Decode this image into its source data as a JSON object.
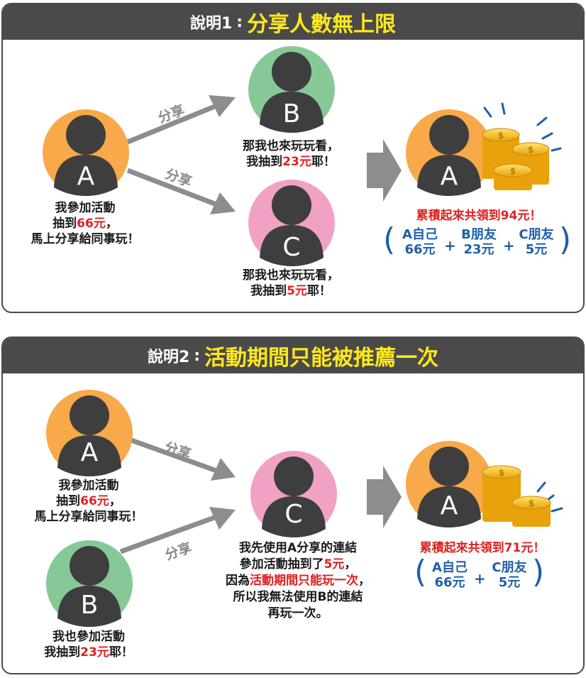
{
  "colors": {
    "orange": "#f8a94a",
    "green": "#86c997",
    "pink": "#f1a1c4",
    "dark": "#3e3e3e",
    "header": "#4a4a4a",
    "yellow": "#ffe81a",
    "red": "#e02020",
    "blue": "#1f5fa8",
    "arrow": "#8d8d8d"
  },
  "section1": {
    "label_prefix": "說明1",
    "label_sep": ":",
    "title": "分享人數無上限",
    "avatar_a": "A",
    "avatar_b": "B",
    "avatar_c": "C",
    "avatar_result": "A",
    "share_label_1": "分享",
    "share_label_2": "分享",
    "a_caption": {
      "line1": "我參加活動",
      "line2_pre": "抽到",
      "line2_amount": "66元",
      "line2_post": "，",
      "line3": "馬上分享給同事玩！"
    },
    "b_caption": {
      "line1": "那我也來玩玩看，",
      "line2_pre": "我抽到",
      "line2_amount": "23元",
      "line2_post": "耶！"
    },
    "c_caption": {
      "line1": "那我也來玩玩看，",
      "line2_pre": "我抽到",
      "line2_amount": "5元",
      "line2_post": "耶！"
    },
    "total": "累積起來共領到94元！",
    "breakdown": [
      {
        "line1": "A自己",
        "line2": "66元"
      },
      {
        "line1": "B朋友",
        "line2": "23元"
      },
      {
        "line1": "C朋友",
        "line2": "5元"
      }
    ],
    "plus": "+",
    "paren_open": "(",
    "paren_close": ")"
  },
  "section2": {
    "label_prefix": "說明2",
    "label_sep": ":",
    "title": "活動期間只能被推薦一次",
    "avatar_a": "A",
    "avatar_b": "B",
    "avatar_c": "C",
    "avatar_result": "A",
    "share_label_1": "分享",
    "share_label_2": "分享",
    "a_caption": {
      "line1": "我參加活動",
      "line2_pre": "抽到",
      "line2_amount": "66元",
      "line2_post": "，",
      "line3": "馬上分享給同事玩！"
    },
    "b_caption": {
      "line1": "我也參加活動",
      "line2_pre": "我抽到",
      "line2_amount": "23元",
      "line2_post": "耶！"
    },
    "c_caption": {
      "line1": "我先使用A分享的連結",
      "line2_pre": "參加活動抽到了",
      "line2_amount": "5元",
      "line2_post": "，",
      "line3_pre": "因為",
      "line3_red": "活動期間只能玩一次",
      "line3_post": "，",
      "line4": "所以我無法使用B的連結",
      "line5": "再玩一次。"
    },
    "total": "累積起來共領到71元！",
    "breakdown": [
      {
        "line1": "A自己",
        "line2": "66元"
      },
      {
        "line1": "C朋友",
        "line2": "5元"
      }
    ],
    "plus": "+",
    "paren_open": "(",
    "paren_close": ")"
  }
}
